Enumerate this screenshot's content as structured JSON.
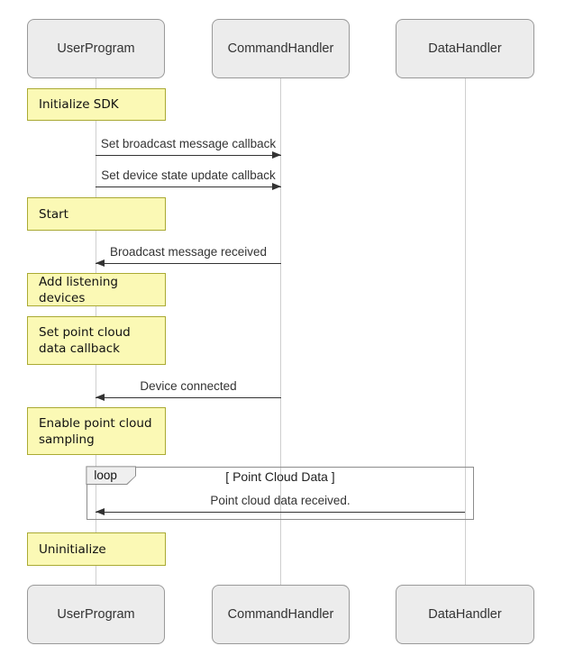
{
  "diagram": {
    "kind": "uml-sequence-diagram"
  },
  "participants": [
    {
      "name": "UserProgram"
    },
    {
      "name": "CommandHandler"
    },
    {
      "name": "DataHandler"
    }
  ],
  "notes": [
    {
      "label": "Initialize SDK"
    },
    {
      "label": "Start"
    },
    {
      "label": "Add listening devices"
    },
    {
      "label": "Set point cloud data callback"
    },
    {
      "label": "Enable point cloud sampling"
    },
    {
      "label": "Uninitialize"
    }
  ],
  "messages": [
    {
      "label": "Set broadcast message callback",
      "from": "UserProgram",
      "to": "CommandHandler",
      "direction": "right"
    },
    {
      "label": "Set device state update callback",
      "from": "UserProgram",
      "to": "CommandHandler",
      "direction": "right"
    },
    {
      "label": "Broadcast message received",
      "from": "CommandHandler",
      "to": "UserProgram",
      "direction": "left"
    },
    {
      "label": "Device connected",
      "from": "CommandHandler",
      "to": "UserProgram",
      "direction": "left"
    },
    {
      "label": "Point cloud data received.",
      "from": "DataHandler",
      "to": "UserProgram",
      "direction": "left"
    }
  ],
  "loop": {
    "label": "loop",
    "condition": "[ Point Cloud Data ]"
  },
  "colors": {
    "participant_fill": "#ececec",
    "participant_border": "#999999",
    "note_fill": "#fbf9b5",
    "note_border": "#aaaa33",
    "lifeline": "#cfcfcf",
    "arrow": "#333333",
    "loop_border": "#8c8c8c"
  }
}
